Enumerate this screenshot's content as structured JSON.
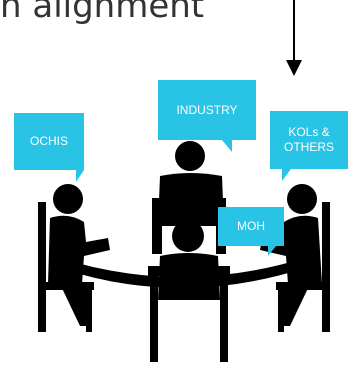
{
  "heading_fragment": "n alignment",
  "bubbles": {
    "ochis": "OCHIS",
    "industry": "INDUSTRY",
    "kols_line1": "KOLs &",
    "kols_line2": "OTHERS",
    "moh": "MOH"
  },
  "colors": {
    "bubble": "#29c3e6",
    "figure": "#000000",
    "text": "#333333"
  },
  "icons": [
    "down-arrow-icon",
    "person-icon",
    "chair-icon",
    "table-icon"
  ]
}
